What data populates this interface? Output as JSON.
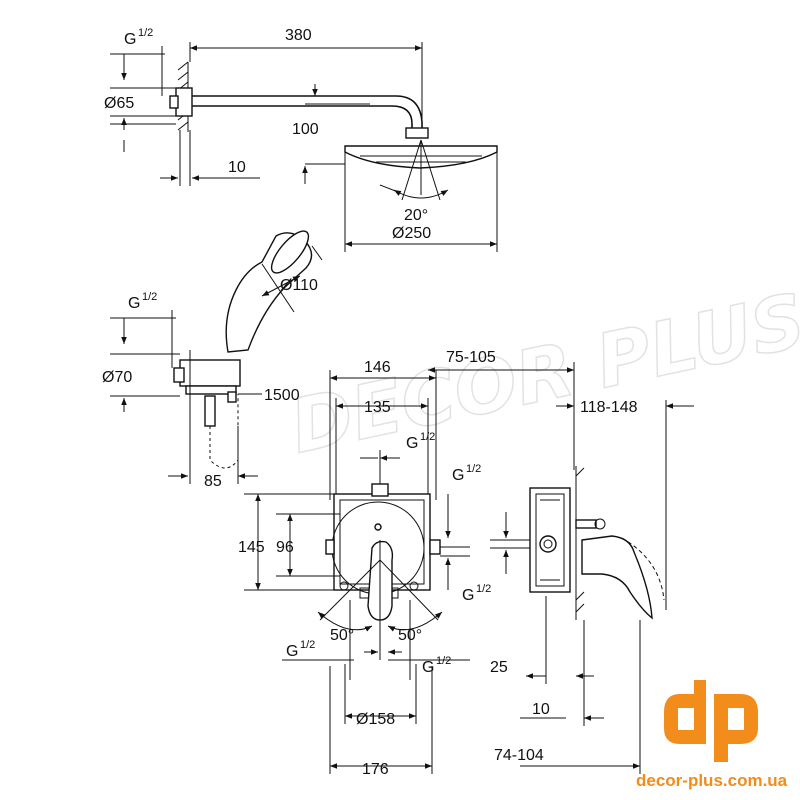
{
  "watermark": "DECOR PLUS",
  "head_shower": {
    "thread": "G",
    "thread_frac": "1/2",
    "arm_length": "380",
    "flange_diameter": "Ø65",
    "drop": "100",
    "wall_offset": "10",
    "spray_angle": "20°",
    "head_diameter": "Ø250"
  },
  "hand_shower": {
    "thread": "G",
    "thread_frac": "1/2",
    "head_diameter": "Ø110",
    "outlet_diameter": "Ø70",
    "hose_length": "1500",
    "wall_offset": "85"
  },
  "mixer_front": {
    "width_outer": "146",
    "width_inner": "135",
    "top_thread": "G",
    "top_thread_frac": "1/2",
    "right_thread": "G",
    "right_thread_frac": "1/2",
    "height_outer": "145",
    "height_inner": "96",
    "angle_left": "50°",
    "angle_right": "50°",
    "bottom_left_thread": "G",
    "bottom_left_thread_frac": "1/2",
    "bottom_right_thread": "G",
    "bottom_right_thread_frac": "1/2",
    "plate_diameter": "Ø158",
    "bottom_width": "176"
  },
  "mixer_side": {
    "depth_range_top": "75-105",
    "projection": "118-148",
    "side_thread": "G",
    "side_thread_frac": "1/2",
    "offset": "25",
    "plate_offset": "10",
    "depth_range_bottom": "74-104"
  },
  "logo": {
    "letters": "dp",
    "site": "decor-plus.com.ua"
  }
}
